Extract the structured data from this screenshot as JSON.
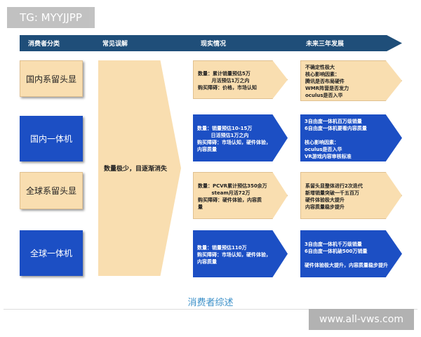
{
  "watermark_top": "TG: MYYJJPP",
  "watermark_bottom": "www.all-vws.com",
  "header": [
    "消费者分类",
    "常见误解",
    "现实情况",
    "未来三年发展"
  ],
  "middle": "数量极少，目逐渐消失",
  "footer": "消费者综述",
  "colors": {
    "header": "#1f4e79",
    "beige": "#f9deb0",
    "blue": "#1c4fc4",
    "footer": "#3a8fc8"
  },
  "rows": [
    {
      "category": "国内系留头显",
      "reality": "数量：累计销量预估5万\n        月活预估1万之内\n购买障碍：价格，市场认知",
      "future": "不确定性极大\n核心影响因素：\n腾讯是否布局硬件\nWMR阵营是否发力\noculus是否入华"
    },
    {
      "category": "国内一体机",
      "reality": "数量：销量预估10-15万\n        日活预估1万之内\n购买障碍：市场认知，硬件体验，\n内容质量",
      "future": "3自由度一体机百万级销量\n6自由度一体机要看内容质量\n\n核心影响因素：\noculus是否入华\nVR游戏内容审核标准"
    },
    {
      "category": "全球系留头显",
      "reality": "数量：PCVR累计预估350余万\n        steam月活72万\n购买障碍：硬件体验，内容质\n量",
      "future": "系留头显整体进行2次迭代\n新增销量突破一千五百万\n硬件体验极大提升\n内容质量稳步提升"
    },
    {
      "category": "全球一体机",
      "reality": "数量：销量预估110万\n购买障碍：市场认知，硬件体验，\n内容质量",
      "future": "3自由度一体机千万级销量\n6自由度一体机破500万销量\n\n硬件体验极大提升，内容质量稳步提升"
    }
  ]
}
